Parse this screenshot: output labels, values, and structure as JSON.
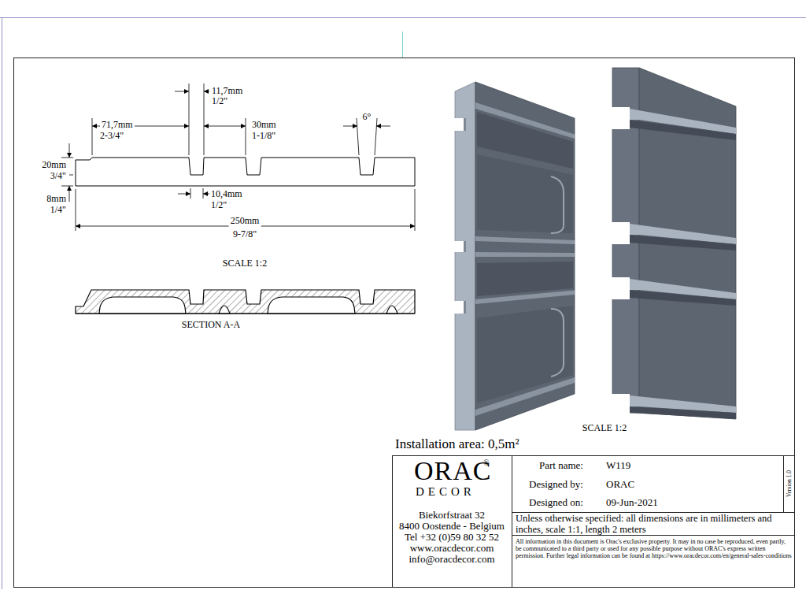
{
  "diagram": {
    "labels": [
      "11,7mm",
      "1/2\"",
      "71,7mm",
      "2-3/4\"",
      "30mm",
      "1-1/8\"",
      "6°",
      "20mm",
      "3/4\"",
      "10,4mm",
      "1/2\"",
      "8mm",
      "1/4\"",
      "250mm",
      "9-7/8\"",
      "SCALE 1:2",
      "SECTION A-A",
      "SCALE 1:2",
      "Installation area: 0,5m²",
      "ORAC",
      "®",
      "DECOR",
      "Biekorfstraat 32",
      "8400 Oostende - Belgium",
      "Tel +32 (0)59 80 32 52",
      "www.oracdecor.com",
      "info@oracdecor.com",
      "Part name:",
      "W119",
      "Designed by:",
      "ORAC",
      "Designed on:",
      "09-Jun-2021",
      "Version 1.0",
      "Unless otherwise specified: all dimensions are in millimeters and inches, scale 1:1, length 2 meters",
      "All information in this document is Orac's exclusive property.  It may in no case be reproduced, even partly, be communicated to a third party or used for any possible purpose without ORAC's express written permission. Further legal information can be found at https://www.oracdecor.com/en/general-sales-conditions"
    ]
  }
}
